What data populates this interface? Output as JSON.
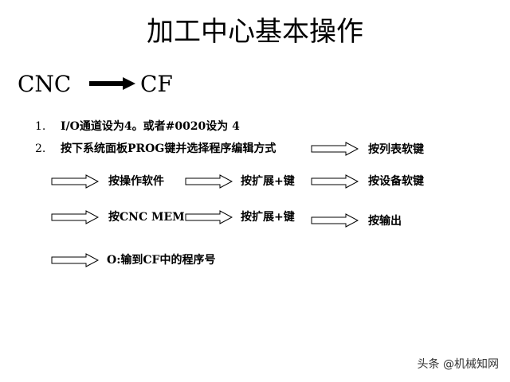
{
  "title": "加工中心基本操作",
  "header": {
    "from": "CNC",
    "to": "CF"
  },
  "steps": [
    {
      "num": "1.",
      "text": "I/O通道设为4。或者#0020设为 4"
    },
    {
      "num": "2.",
      "text": "按下系统面板PROG键并选择程序编辑方式"
    }
  ],
  "flow": {
    "list_key": "按列表软键",
    "operate_soft": "按操作软件",
    "expand_key_1": "按扩展+键",
    "device_key": "按设备软键",
    "cnc_mem": "按CNC MEM",
    "expand_key_2": "按扩展+键",
    "output": "按输出",
    "program_number": "O:输到CF中的程序号"
  },
  "watermark": "头条 @机械知网",
  "colors": {
    "text": "#000000",
    "background": "#ffffff"
  }
}
